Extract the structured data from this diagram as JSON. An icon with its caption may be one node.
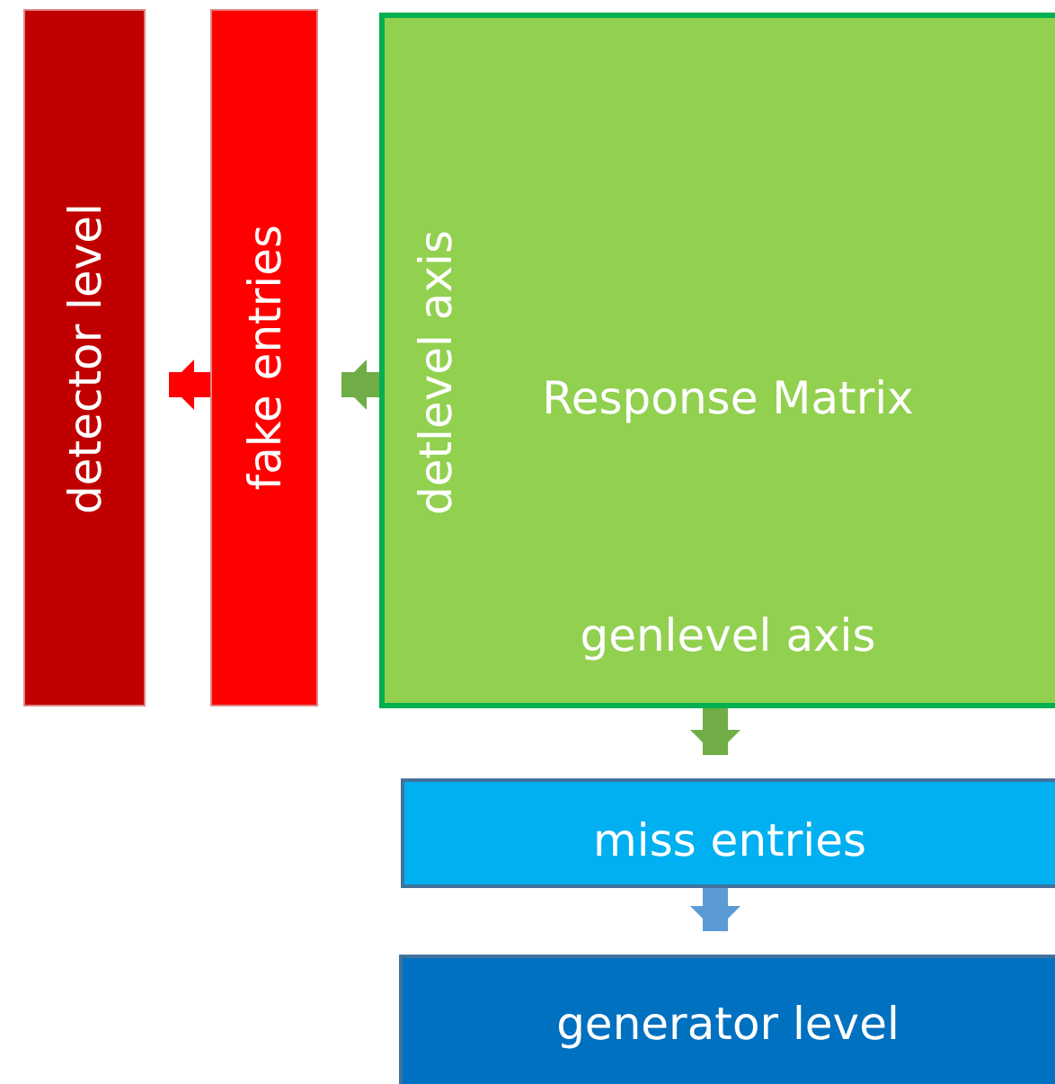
{
  "diagram": {
    "nodes": [
      {
        "text": [
          "detector level"
        ]
      },
      {
        "text": [
          "fake entries"
        ]
      },
      {
        "text": [
          "detlevel axis",
          "Response Matrix",
          "genlevel axis"
        ]
      },
      {
        "text": [
          "miss entries"
        ]
      },
      {
        "text": [
          "generator level"
        ]
      }
    ],
    "edges": [
      {
        "from": 2,
        "to": 1,
        "arrow": "to"
      },
      {
        "from": 1,
        "to": 0,
        "arrow": "to",
        "color": "#ff0000"
      },
      {
        "from": 2,
        "to": 3,
        "arrow": "to"
      },
      {
        "from": 3,
        "to": 4,
        "arrow": "to",
        "color": "#5b9bd5"
      }
    ]
  }
}
